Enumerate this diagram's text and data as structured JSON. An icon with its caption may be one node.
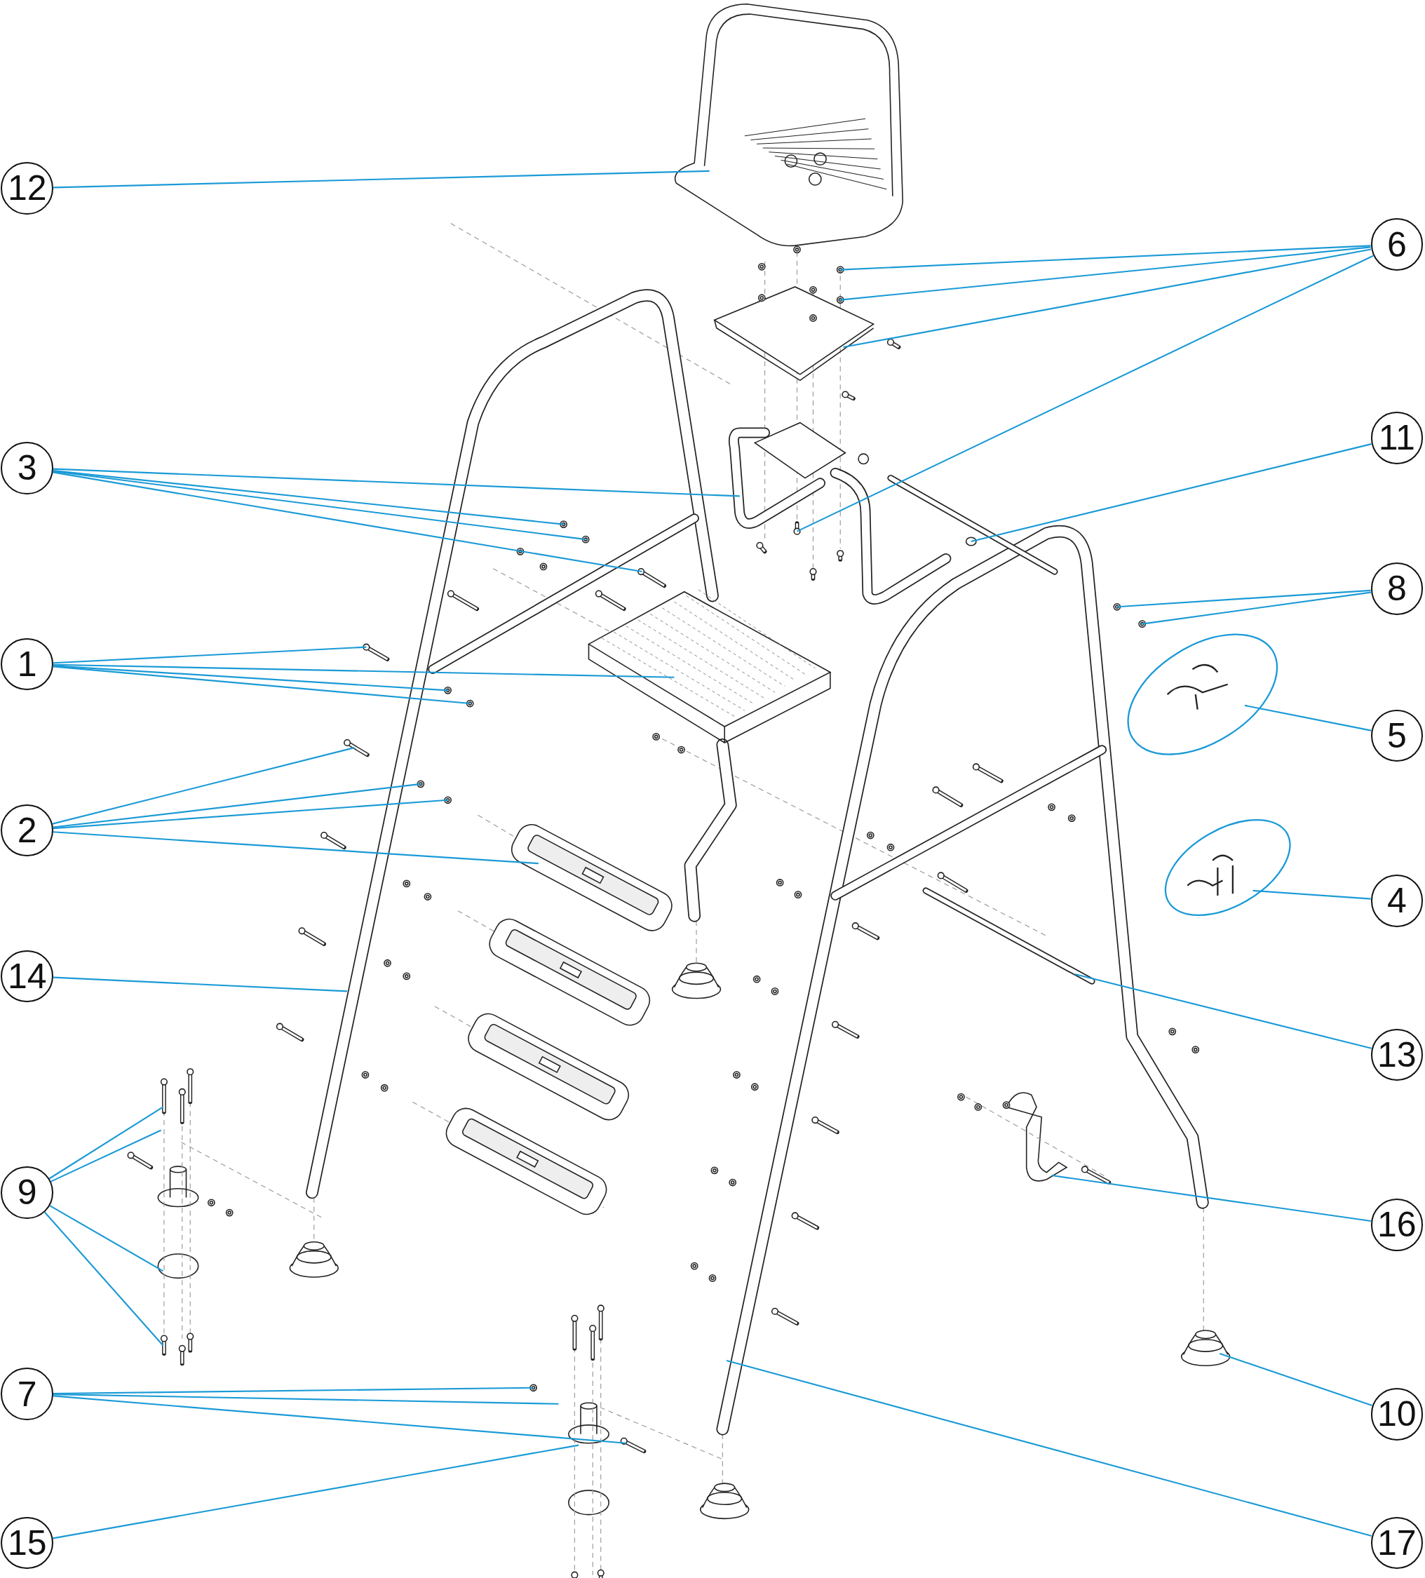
{
  "diagram": {
    "nodes": [
      {
        "text": [
          "12"
        ]
      },
      {
        "text": [
          "6"
        ]
      },
      {
        "text": [
          "11"
        ]
      },
      {
        "text": [
          "3"
        ]
      },
      {
        "text": [
          "8"
        ]
      },
      {
        "text": [
          "1"
        ]
      },
      {
        "text": [
          "5"
        ]
      },
      {
        "text": [
          "2"
        ]
      },
      {
        "text": [
          "4"
        ]
      },
      {
        "text": [
          "14"
        ]
      },
      {
        "text": [
          "13"
        ]
      },
      {
        "text": [
          "9"
        ]
      },
      {
        "text": [
          "16"
        ]
      },
      {
        "text": [
          "7"
        ]
      },
      {
        "text": [
          "10"
        ]
      },
      {
        "text": [
          "15"
        ]
      },
      {
        "text": [
          "17"
        ]
      }
    ],
    "edges": [
      {
        "from": 0,
        "to": null,
        "arrow": "none"
      },
      {
        "from": 1,
        "to": null,
        "arrow": "none"
      },
      {
        "from": 1,
        "to": null,
        "arrow": "none"
      },
      {
        "from": 1,
        "to": null,
        "arrow": "none"
      },
      {
        "from": 1,
        "to": null,
        "arrow": "none"
      },
      {
        "from": 2,
        "to": null,
        "arrow": "none"
      },
      {
        "from": 3,
        "to": null,
        "arrow": "none"
      },
      {
        "from": 3,
        "to": null,
        "arrow": "none"
      },
      {
        "from": 3,
        "to": null,
        "arrow": "none"
      },
      {
        "from": 3,
        "to": null,
        "arrow": "none"
      },
      {
        "from": 5,
        "to": null,
        "arrow": "none"
      },
      {
        "from": 5,
        "to": null,
        "arrow": "none"
      },
      {
        "from": 5,
        "to": null,
        "arrow": "none"
      },
      {
        "from": 5,
        "to": null,
        "arrow": "none"
      },
      {
        "from": 7,
        "to": null,
        "arrow": "none"
      },
      {
        "from": 7,
        "to": null,
        "arrow": "none"
      },
      {
        "from": 7,
        "to": null,
        "arrow": "none"
      },
      {
        "from": 7,
        "to": null,
        "arrow": "none"
      },
      {
        "from": 4,
        "to": null,
        "arrow": "none"
      },
      {
        "from": 4,
        "to": null,
        "arrow": "none"
      },
      {
        "from": 6,
        "to": null,
        "arrow": "none"
      },
      {
        "from": 8,
        "to": null,
        "arrow": "none"
      },
      {
        "from": 9,
        "to": null,
        "arrow": "none"
      },
      {
        "from": 10,
        "to": null,
        "arrow": "none"
      },
      {
        "from": 11,
        "to": null,
        "arrow": "none"
      },
      {
        "from": 11,
        "to": null,
        "arrow": "none"
      },
      {
        "from": 11,
        "to": null,
        "arrow": "none"
      },
      {
        "from": 11,
        "to": null,
        "arrow": "none"
      },
      {
        "from": 12,
        "to": null,
        "arrow": "none"
      },
      {
        "from": 13,
        "to": null,
        "arrow": "none"
      },
      {
        "from": 13,
        "to": null,
        "arrow": "none"
      },
      {
        "from": 13,
        "to": null,
        "arrow": "none"
      },
      {
        "from": 14,
        "to": null,
        "arrow": "none"
      },
      {
        "from": 15,
        "to": null,
        "arrow": "none"
      },
      {
        "from": 16,
        "to": null,
        "arrow": "none"
      }
    ]
  }
}
